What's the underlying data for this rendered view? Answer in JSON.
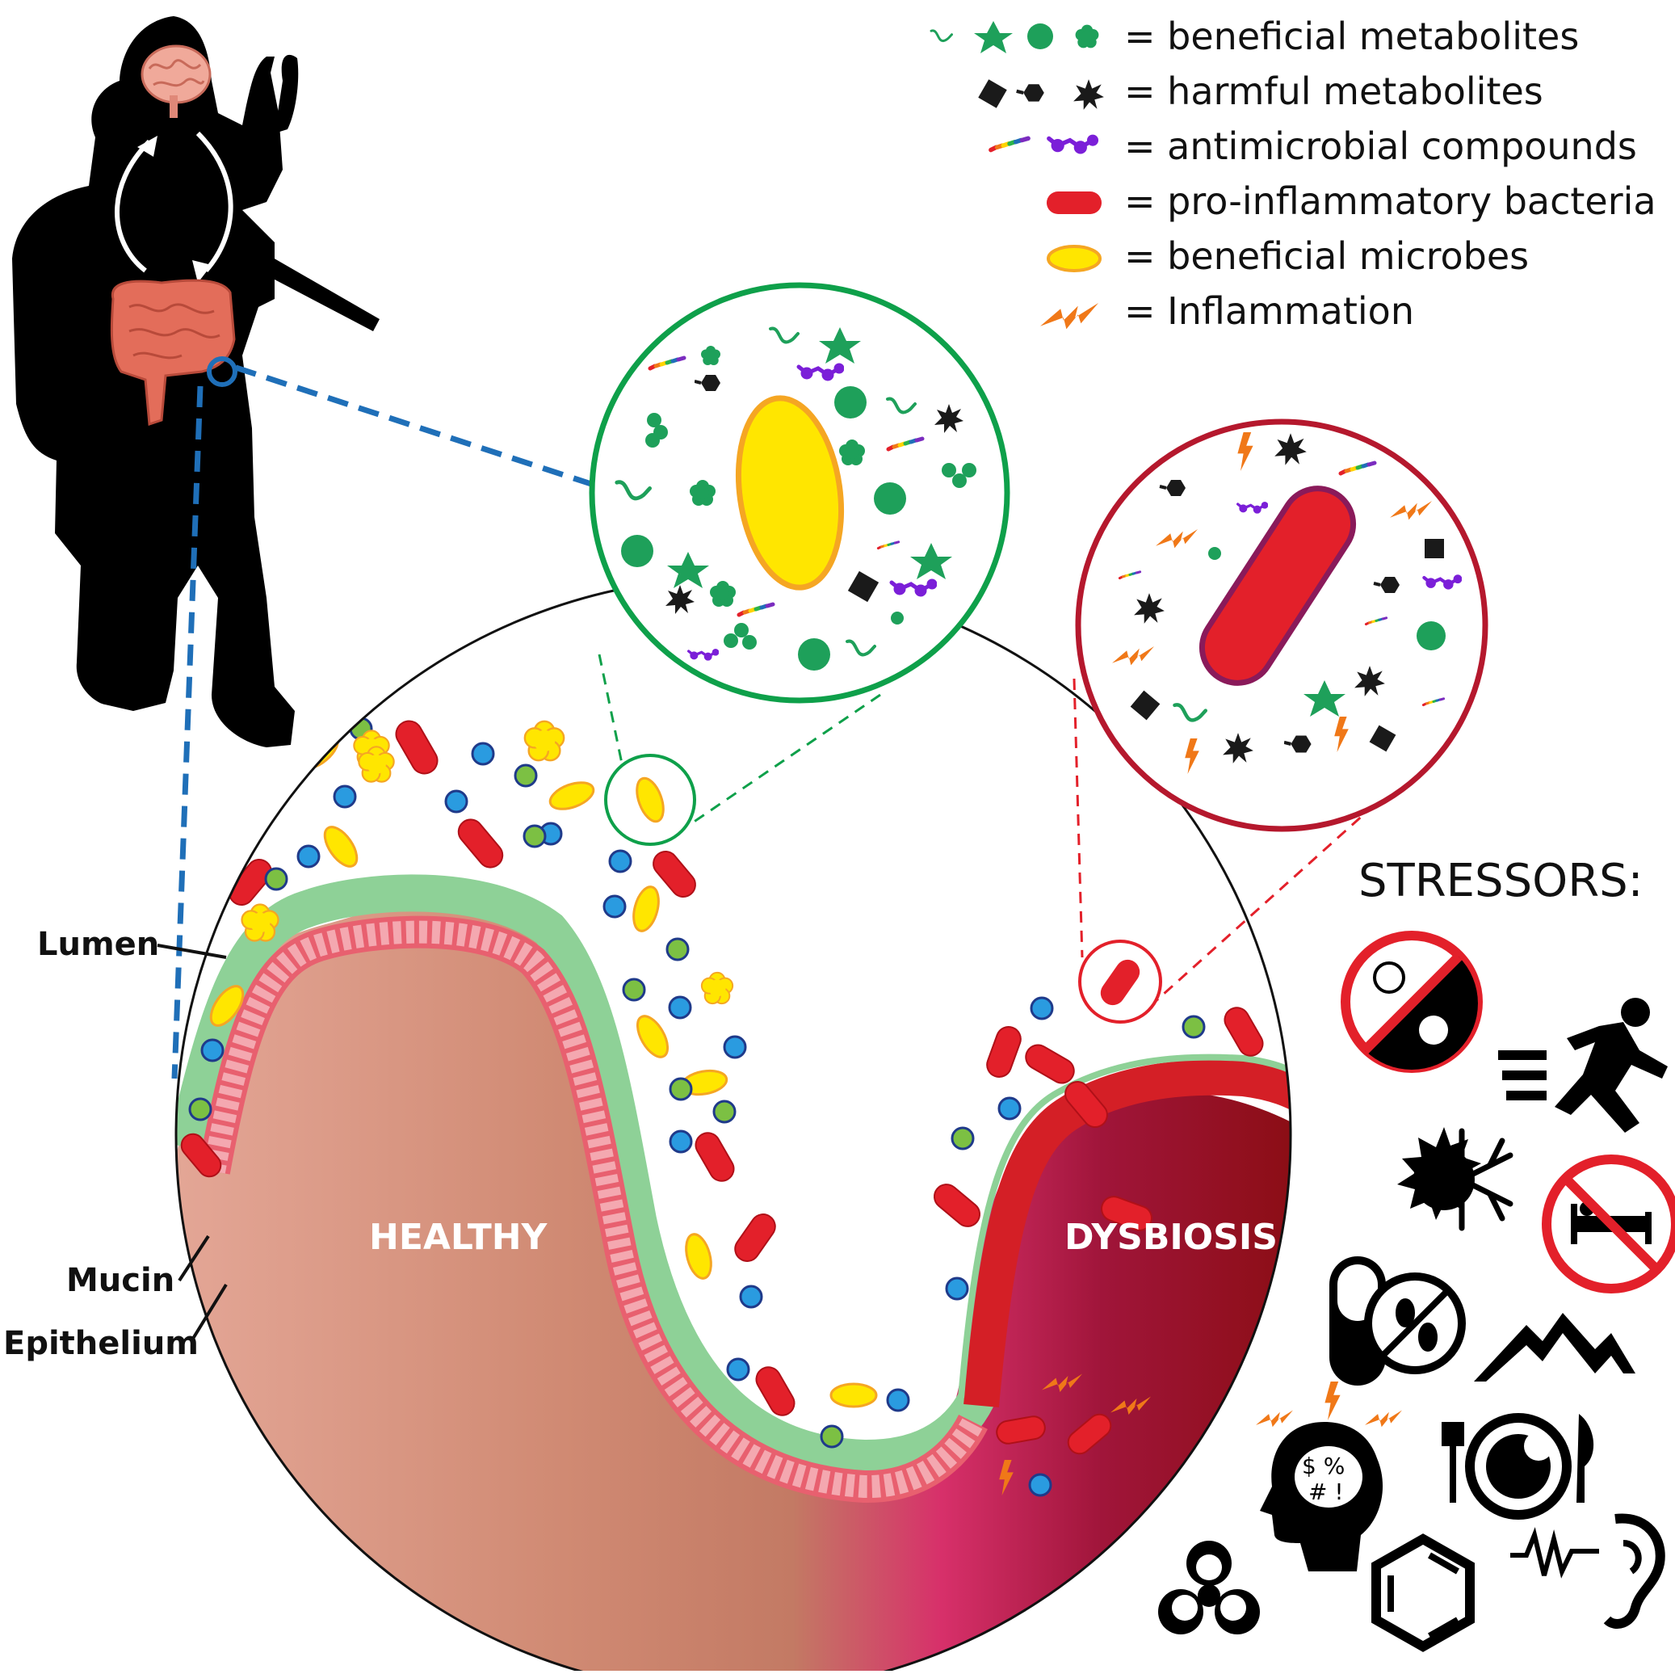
{
  "legend": {
    "items": [
      {
        "icon": "beneficial-metabolites-icons",
        "label": "= beneficial metabolites"
      },
      {
        "icon": "harmful-metabolites-icons",
        "label": "= harmful metabolites"
      },
      {
        "icon": "antimicrobial-compounds-icons",
        "label": "= antimicrobial compounds"
      },
      {
        "icon": "pro-inflammatory-bacteria-icon",
        "label": "= pro-inflammatory bacteria"
      },
      {
        "icon": "beneficial-microbe-icon",
        "label": "= beneficial microbes"
      },
      {
        "icon": "inflammation-bolt-icon",
        "label": "= Inflammation"
      }
    ]
  },
  "labels": {
    "lumen": "Lumen",
    "mucin": "Mucin",
    "epithelium": "Epithelium",
    "healthy": "HEALTHY",
    "dysbiosis": "DYSBIOSIS",
    "stressors": "STRESSORS:"
  },
  "stressor_icons": [
    "disrupted-day-night-icon",
    "running-person-icon",
    "heat-cold-icon",
    "no-sleep-icon",
    "antibiotic-pill-icon",
    "mountain-altitude-icon",
    "mental-stress-head-icon",
    "food-plate-icon",
    "biohazard-icon",
    "benzene-chemical-icon",
    "noise-ear-icon"
  ],
  "colors": {
    "beneficial": "#1ea05a",
    "harmful": "#1a1a1a",
    "bacteria_red": "#e3202a",
    "microbe_yellow": "#ffe600",
    "inflammation": "#f07818",
    "healthy_zoom": "#0ea04a",
    "dysbiosis_zoom": "#b5182d",
    "link_blue": "#1f6fb8"
  }
}
